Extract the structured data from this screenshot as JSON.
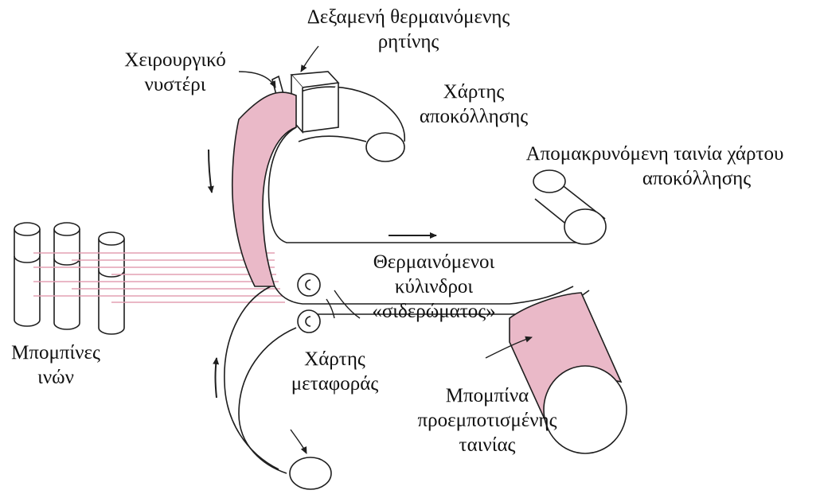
{
  "labels": {
    "resin_tank": [
      "Δεξαμενή θερμαινόμενης",
      "ρητίνης"
    ],
    "scalpel": [
      "Χειρουργικό",
      "νυστέρι"
    ],
    "release_paper": [
      "Χάρτης",
      "αποκόλλησης"
    ],
    "removed_release_paper": [
      "Απομακρυνόμενη ταινία χάρτου",
      "αποκόλλησης"
    ],
    "ironing_rollers": [
      "Θερμαινόμενοι",
      "κύλινδροι",
      "«σιδερώματος»"
    ],
    "fiber_bobbins": [
      "Μπομπίνες",
      "ινών"
    ],
    "transfer_paper": [
      "Χάρτης",
      "μεταφοράς"
    ],
    "prepreg_bobbin": [
      "Μπομπίνα",
      "προεμποτισμένης",
      "ταινίας"
    ]
  },
  "colors": {
    "resin_band": "#eab9c8",
    "fiber_lines": "#e3a0b4",
    "outline": "#1e1e1e"
  }
}
